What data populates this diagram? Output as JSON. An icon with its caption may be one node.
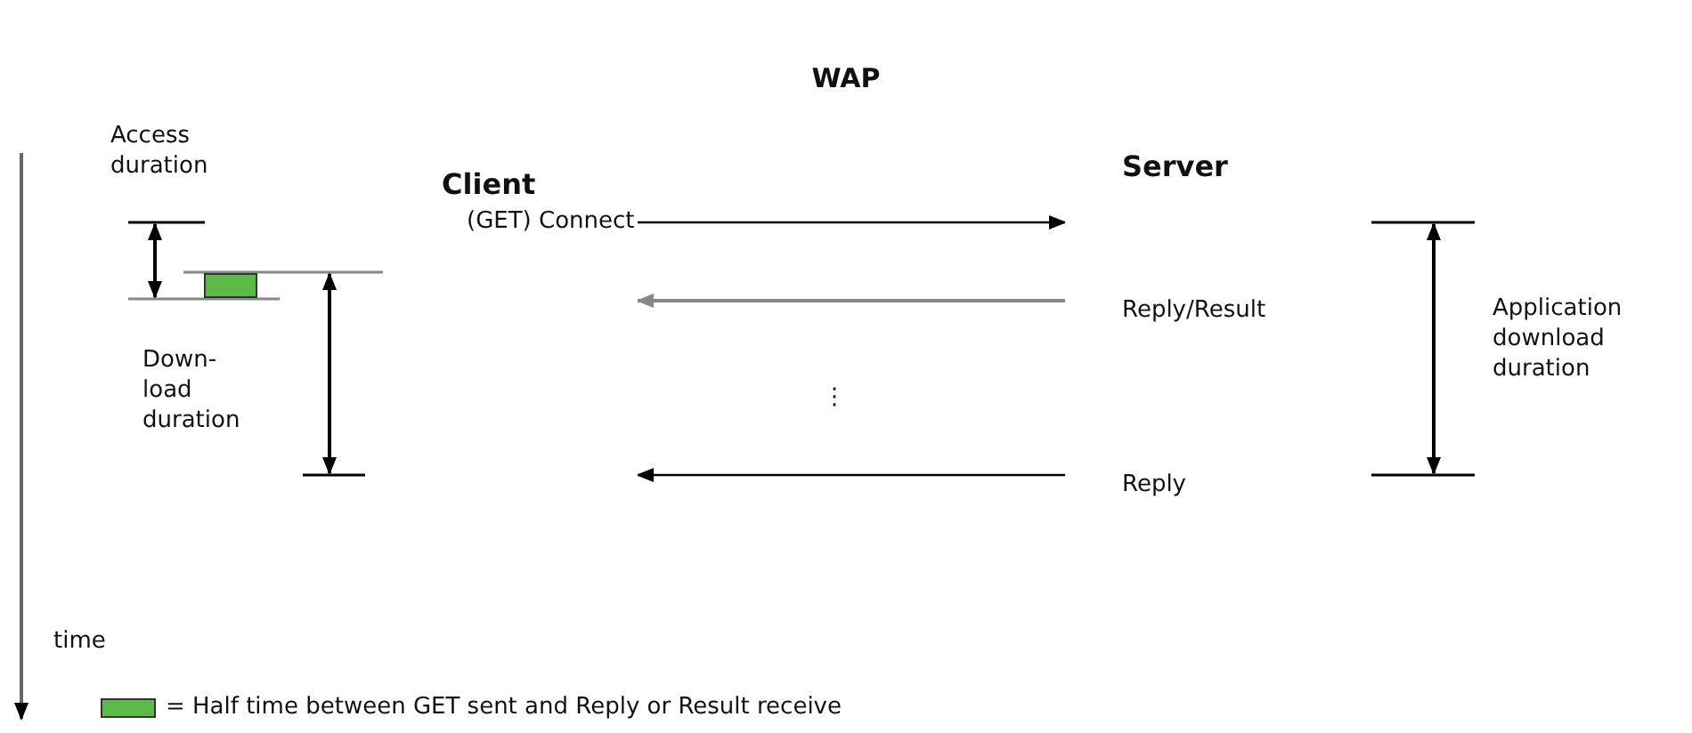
{
  "diagram": {
    "title": "WAP",
    "nodes": [
      {
        "text": [
          "Client"
        ]
      },
      {
        "text": [
          "Server"
        ]
      }
    ],
    "edges": [
      {
        "from": 0,
        "to": 1,
        "arrow": "to",
        "label": "(GET) Connect"
      },
      {
        "from": 1,
        "to": 0,
        "arrow": "to",
        "label": "Reply/Result",
        "color": "#888888"
      },
      {
        "from": 1,
        "to": 0,
        "arrow": "to",
        "label": "Reply"
      }
    ],
    "labels": [
      "Access duration",
      "Down-load duration",
      "⋮",
      "Application download duration",
      "time"
    ],
    "legend": [
      {
        "text": "= Half time between GET sent and Reply or Result receive",
        "color": "#5cbb46"
      }
    ]
  }
}
